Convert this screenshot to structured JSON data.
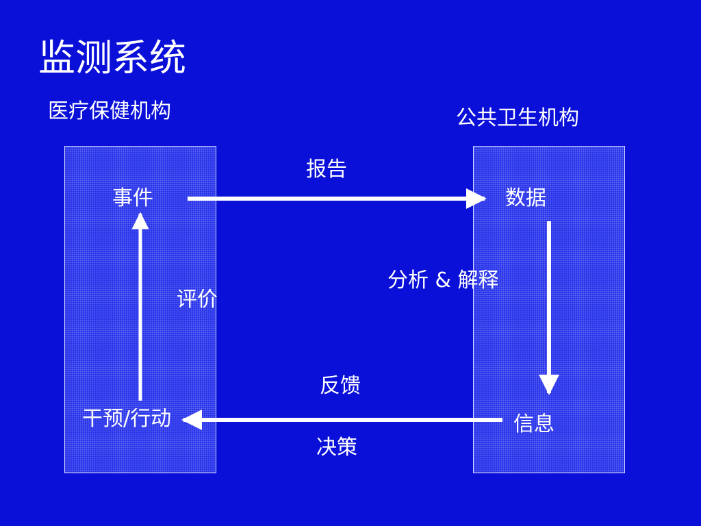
{
  "slide": {
    "title": "监测系统",
    "colors": {
      "background": "#0a10d8",
      "panel": "#2530e8",
      "text": "#ffffff",
      "arrow": "#ffffff"
    }
  },
  "left_org": {
    "label": "医疗保健机构"
  },
  "right_org": {
    "label": "公共卫生机构"
  },
  "nodes": {
    "event": "事件",
    "data": "数据",
    "information": "信息",
    "intervention": "干预/行动"
  },
  "edges": {
    "report": "报告",
    "analysis": "分析 & 解释",
    "feedback": "反馈",
    "decision": "决策",
    "evaluation": "评价"
  }
}
